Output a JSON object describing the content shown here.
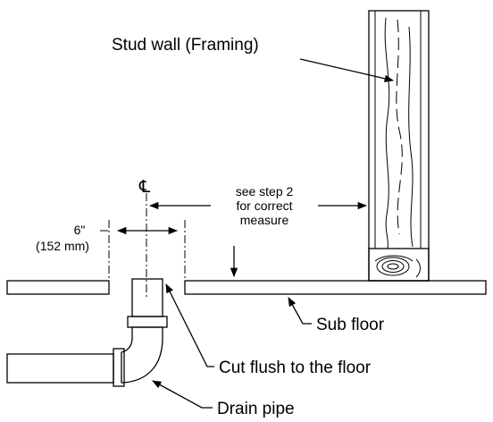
{
  "labels": {
    "stud_wall": "Stud wall (Framing)",
    "step_line1": "see step 2",
    "step_line2": "for correct",
    "step_line3": "measure",
    "dim_inch": "6\"",
    "dim_mm": "(152 mm)",
    "sub_floor": "Sub floor",
    "cut_flush": "Cut flush to the floor",
    "drain_pipe": "Drain pipe",
    "centerline_symbol": "℄"
  },
  "colors": {
    "line": "#000000",
    "floor_fill": "#f6f6f6",
    "pipe_light": "#f2f2f2",
    "pipe_mid": "#d4d4d4",
    "pipe_dark": "#9a9a9a",
    "wood": "#ffffff"
  }
}
